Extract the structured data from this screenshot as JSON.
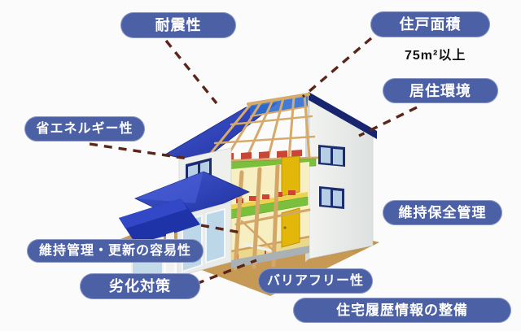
{
  "diagram": {
    "description_labels": [
      {
        "id": "earthquake-resistance",
        "text": "耐震性"
      },
      {
        "id": "dwelling-area",
        "text": "住戸面積"
      },
      {
        "id": "living-environment",
        "text": "居住環境"
      },
      {
        "id": "energy-saving",
        "text": "省エネルギー性"
      },
      {
        "id": "maintenance-conservation",
        "text": "維持保全管理"
      },
      {
        "id": "ease-of-maintenance-renewal",
        "text": "維持管理・更新の容易性"
      },
      {
        "id": "deterioration-countermeasures",
        "text": "劣化対策"
      },
      {
        "id": "barrier-free",
        "text": "バリアフリー性"
      },
      {
        "id": "housing-history-information",
        "text": "住宅履歴情報の整備"
      }
    ],
    "note": {
      "text": "75m²以上"
    },
    "colors": {
      "label_pill_bg": "#4c60a6",
      "label_pill_text": "#ffffff",
      "connector_dash": "#5b2519",
      "roof_blue": "#2c40b4",
      "roof_edge_navy": "#17246e",
      "ground_tan": "#c69a54",
      "insulation_green": "#7bc03d",
      "door_yellow": "#e2b70a",
      "wood_beam": "#d5aa6b",
      "wall_white": "#eef0ed",
      "note_text": "#111111"
    }
  }
}
